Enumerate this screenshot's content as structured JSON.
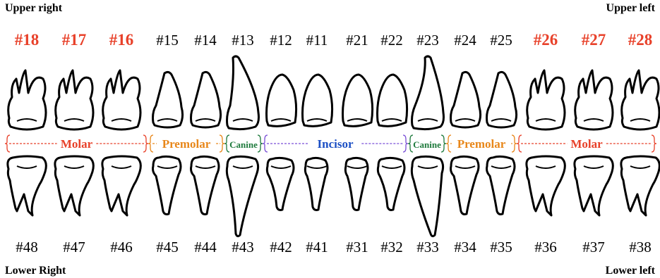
{
  "corner_labels": {
    "upper_right": "Upper right",
    "upper_left": "Upper left",
    "lower_right": "Lower Right",
    "lower_left": "Lower left"
  },
  "upper_numbers": [
    "#18",
    "#17",
    "#16",
    "#15",
    "#14",
    "#13",
    "#12",
    "#11",
    "#21",
    "#22",
    "#23",
    "#24",
    "#25",
    "#26",
    "#27",
    "#28"
  ],
  "lower_numbers": [
    "#48",
    "#47",
    "#46",
    "#45",
    "#44",
    "#43",
    "#42",
    "#41",
    "#31",
    "#32",
    "#33",
    "#34",
    "#35",
    "#36",
    "#37",
    "#38"
  ],
  "molar_upper_numbers": [
    "#18",
    "#17",
    "#16",
    "#26",
    "#27",
    "#28"
  ],
  "categories": [
    {
      "label": "Molar",
      "color": "#e8412a",
      "dash": "#e8412a",
      "first": 0,
      "last": 2
    },
    {
      "label": "Premolar",
      "color": "#e8871a",
      "dash": "#e8871a",
      "first": 3,
      "last": 4
    },
    {
      "label": "Canine",
      "color": "#1e7a3c",
      "dash": "#1e7a3c",
      "first": 5,
      "last": 5
    },
    {
      "label": "Incisor",
      "color": "#1b4fc4",
      "dash": "#7a4fd6",
      "first": 6,
      "last": 9
    },
    {
      "label": "Canine",
      "color": "#1e7a3c",
      "dash": "#1e7a3c",
      "first": 10,
      "last": 10
    },
    {
      "label": "Premolar",
      "color": "#e8871a",
      "dash": "#e8871a",
      "first": 11,
      "last": 12
    },
    {
      "label": "Molar",
      "color": "#e8412a",
      "dash": "#e8412a",
      "first": 13,
      "last": 15
    }
  ],
  "colors": {
    "molar_number": "#e8412a",
    "number": "#000000",
    "outline": "#000000"
  }
}
